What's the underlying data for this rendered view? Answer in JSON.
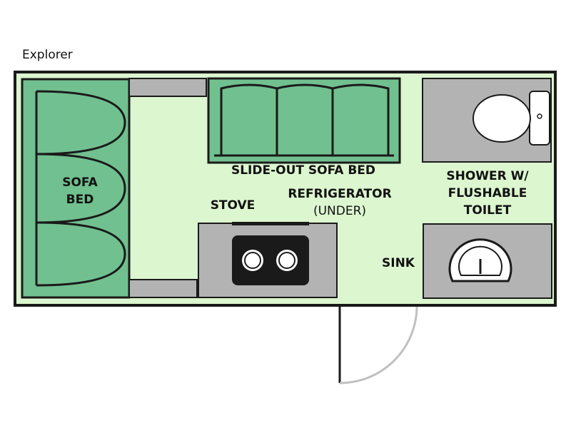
{
  "title": "Explorer",
  "labels": {
    "sofa_bed": [
      "SOFA",
      "BED"
    ],
    "slide_out_sofa_bed": "SLIDE-OUT SOFA BED",
    "stove": "STOVE",
    "refrigerator": "REFRIGERATOR",
    "refrigerator_note": "(UNDER)",
    "shower": [
      "SHOWER W/",
      "FLUSHABLE",
      "TOILET"
    ],
    "sink": "SINK"
  },
  "colors": {
    "floor": "#dcf6cf",
    "furniture": "#71c08f",
    "fixture_gray": "#b3b3b3",
    "outline": "#1a1a1a",
    "door_arc": "#c0c0c0"
  }
}
